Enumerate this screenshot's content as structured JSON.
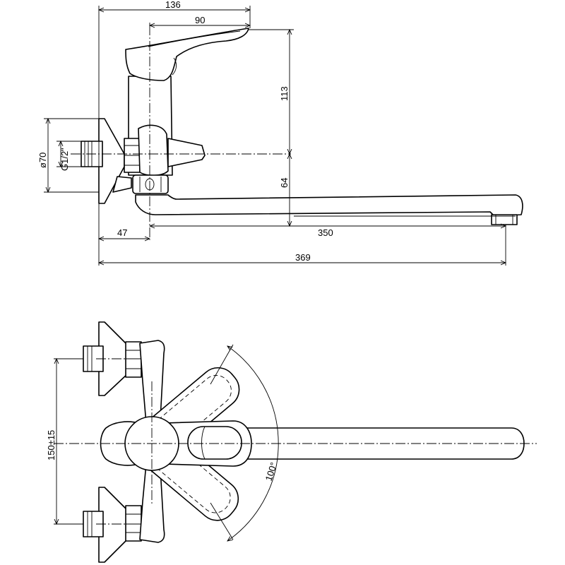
{
  "side_view": {
    "dim_overall_top": "136",
    "dim_handle": "90",
    "dim_height_handle": "113",
    "dim_diameter": "ø70",
    "dim_thread": "G1/2\"",
    "dim_height_spout": "64",
    "dim_wall_offset": "47",
    "dim_spout_reach": "350",
    "dim_total_length": "369"
  },
  "top_view": {
    "dim_center_distance": "150±15",
    "dim_rotation_angle": "100°"
  }
}
